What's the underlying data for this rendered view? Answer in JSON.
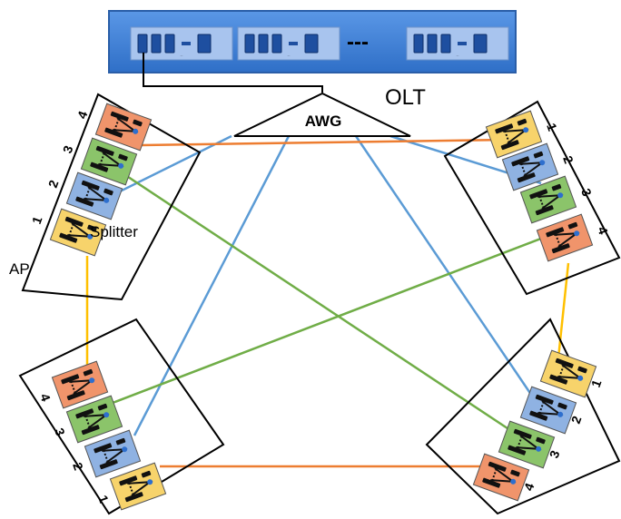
{
  "olt": {
    "label": "OLT",
    "separator": "---",
    "ports": [
      "000-0",
      "000-0",
      "000-0"
    ]
  },
  "awg": {
    "label": "AWG"
  },
  "labels": {
    "splitter": "Splitter",
    "ap": "AP"
  },
  "nodes": [
    {
      "id": "top-left",
      "splitters": [
        "4",
        "3",
        "2",
        "1"
      ]
    },
    {
      "id": "top-right",
      "splitters": [
        "1",
        "2",
        "3",
        "4"
      ]
    },
    {
      "id": "bottom-left",
      "splitters": [
        "4",
        "3",
        "2",
        "1"
      ]
    },
    {
      "id": "bottom-right",
      "splitters": [
        "1",
        "2",
        "3",
        "4"
      ]
    }
  ],
  "colors": {
    "splitter_1": "#F7D36B",
    "splitter_2": "#8FB2E2",
    "splitter_3": "#8BC46A",
    "splitter_4": "#F0946B",
    "link_blue": "#5B9BD5",
    "link_green": "#70AD47",
    "link_orange": "#ED7D31",
    "link_yellow": "#FFC000",
    "olt_fill": "#3B7DD8",
    "olt_border": "#2A5EA8",
    "port_fill": "#A8C4EE"
  }
}
